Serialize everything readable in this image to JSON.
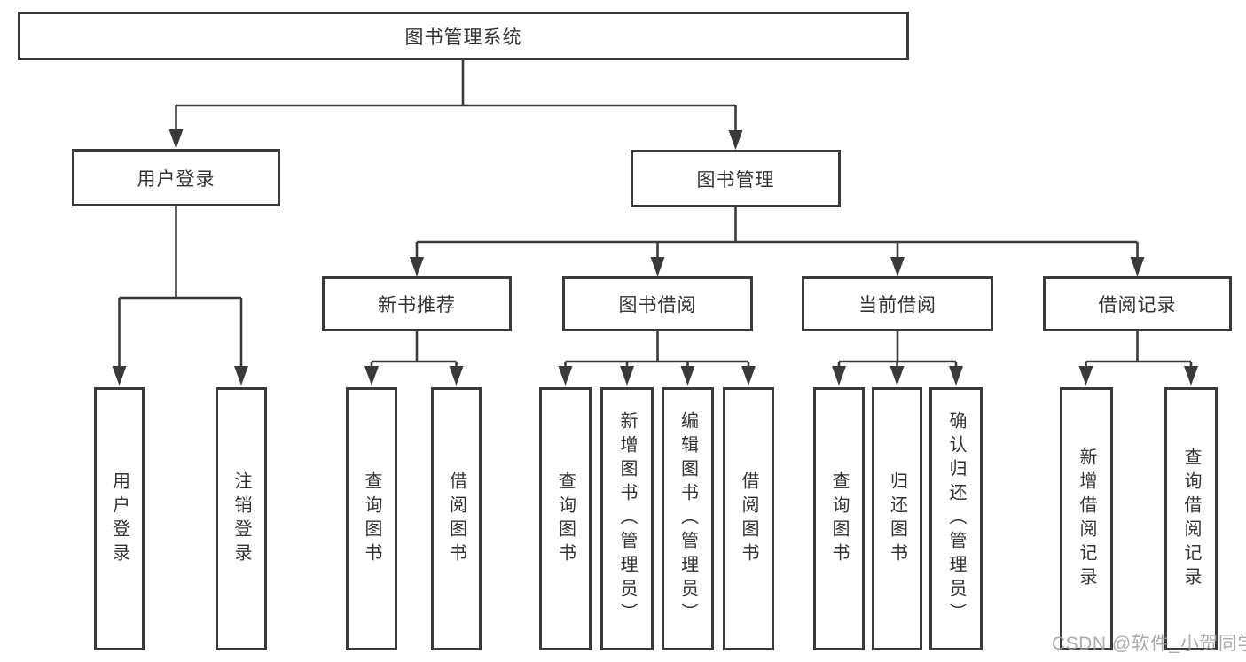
{
  "diagram": {
    "root": {
      "label": "图书管理系统"
    },
    "branches": [
      {
        "label": "用户登录",
        "children": [
          {
            "label": "用户登录"
          },
          {
            "label": "注销登录"
          }
        ]
      },
      {
        "label": "图书管理",
        "children": [
          {
            "label": "新书推荐",
            "children": [
              {
                "label": "查询图书"
              },
              {
                "label": "借阅图书"
              }
            ]
          },
          {
            "label": "图书借阅",
            "children": [
              {
                "label": "查询图书"
              },
              {
                "label": "新增图书（管理员）"
              },
              {
                "label": "编辑图书（管理员）"
              },
              {
                "label": "借阅图书"
              }
            ]
          },
          {
            "label": "当前借阅",
            "children": [
              {
                "label": "查询图书"
              },
              {
                "label": "归还图书"
              },
              {
                "label": "确认归还（管理员）"
              }
            ]
          },
          {
            "label": "借阅记录",
            "children": [
              {
                "label": "新增借阅记录"
              },
              {
                "label": "查询借阅记录"
              }
            ]
          }
        ]
      }
    ],
    "watermark": "CSDN @软件_小贺同学",
    "colors": {
      "line": "#3a3a3a",
      "border": "#3a3a3a",
      "text": "#333333",
      "watermark": "#9e9e9e",
      "background": "#ffffff"
    }
  }
}
